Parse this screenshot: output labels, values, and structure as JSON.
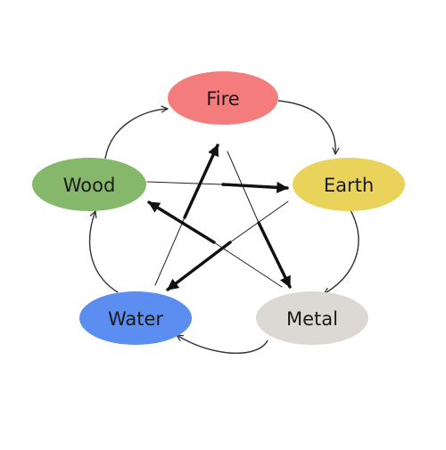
{
  "elements": [
    {
      "id": "fire",
      "label": "Fire",
      "color": "#f47c7c"
    },
    {
      "id": "earth",
      "label": "Earth",
      "color": "#ead35a"
    },
    {
      "id": "metal",
      "label": "Metal",
      "color": "#dcd8d4"
    },
    {
      "id": "water",
      "label": "Water",
      "color": "#5b8ef0"
    },
    {
      "id": "wood",
      "label": "Wood",
      "color": "#86b86b"
    }
  ],
  "generating_cycle": [
    [
      "fire",
      "earth"
    ],
    [
      "earth",
      "metal"
    ],
    [
      "metal",
      "water"
    ],
    [
      "water",
      "wood"
    ],
    [
      "wood",
      "fire"
    ]
  ],
  "controlling_cycle": [
    [
      "wood",
      "earth"
    ],
    [
      "earth",
      "water"
    ],
    [
      "water",
      "fire"
    ],
    [
      "fire",
      "metal"
    ],
    [
      "metal",
      "wood"
    ]
  ],
  "arrow_color": "#222222"
}
